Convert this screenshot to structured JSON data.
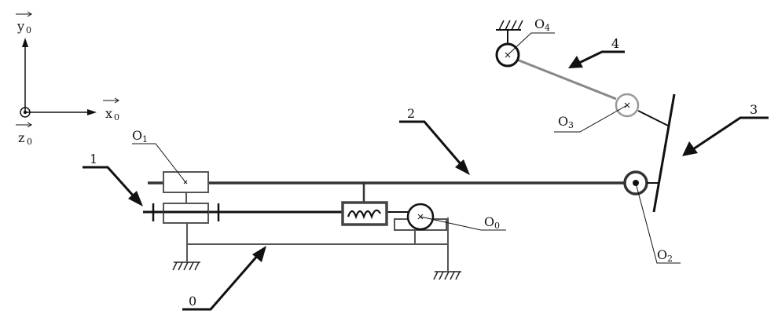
{
  "axes": {
    "y": {
      "letter": "y",
      "sub": "0"
    },
    "x": {
      "letter": "x",
      "sub": "0"
    },
    "z": {
      "letter": "z",
      "sub": "0"
    }
  },
  "points": {
    "O0": {
      "letter": "O",
      "sub": "0"
    },
    "O1": {
      "letter": "O",
      "sub": "1"
    },
    "O2": {
      "letter": "O",
      "sub": "2"
    },
    "O3": {
      "letter": "O",
      "sub": "3"
    },
    "O4": {
      "letter": "O",
      "sub": "4"
    }
  },
  "bodies": {
    "b0": "0",
    "b1": "1",
    "b2": "2",
    "b3": "3",
    "b4": "4"
  }
}
